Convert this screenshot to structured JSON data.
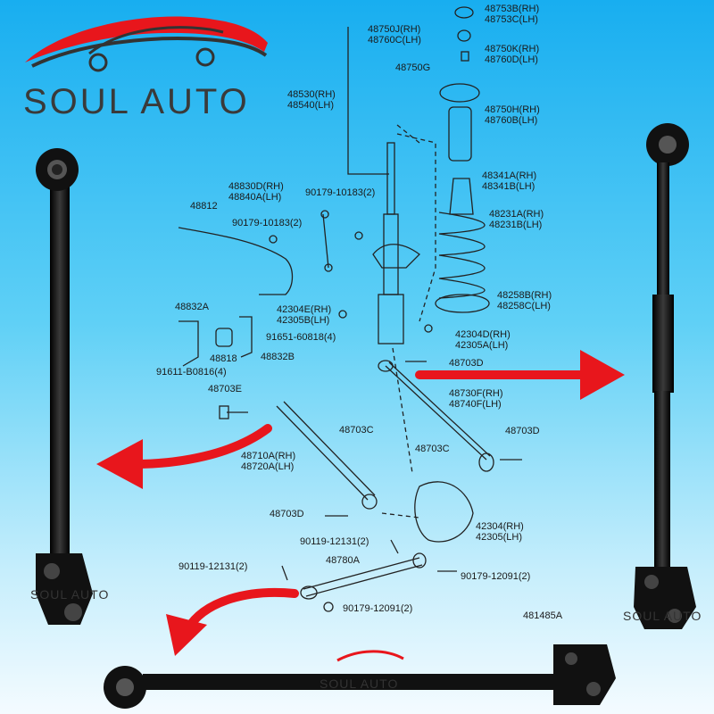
{
  "brand": {
    "name": "SOUL AUTO",
    "watermark": "SOUL AUTO"
  },
  "colors": {
    "background_top": "#18aef0",
    "background_bottom": "#f4fbff",
    "arrow": "#e8161c",
    "logo_red": "#e8161c",
    "arm_black": "#111111"
  },
  "diagram": {
    "labels": [
      {
        "id": "48753b",
        "text": "48753B(RH)\n48753C(LH)"
      },
      {
        "id": "48750j",
        "text": "48750J(RH)\n48760C(LH)"
      },
      {
        "id": "48750k",
        "text": "48750K(RH)\n48760D(LH)"
      },
      {
        "id": "48750g",
        "text": "48750G"
      },
      {
        "id": "48530",
        "text": "48530(RH)\n48540(LH)"
      },
      {
        "id": "48750h",
        "text": "48750H(RH)\n48760B(LH)"
      },
      {
        "id": "48341a",
        "text": "48341A(RH)\n48341B(LH)"
      },
      {
        "id": "48830d",
        "text": "48830D(RH)\n48840A(LH)"
      },
      {
        "id": "90179_10183_a",
        "text": "90179-10183(2)"
      },
      {
        "id": "48812",
        "text": "48812"
      },
      {
        "id": "90179_10183_b",
        "text": "90179-10183(2)"
      },
      {
        "id": "48231a",
        "text": "48231A(RH)\n48231B(LH)"
      },
      {
        "id": "48258b",
        "text": "48258B(RH)\n48258C(LH)"
      },
      {
        "id": "48832a",
        "text": "48832A"
      },
      {
        "id": "42304e",
        "text": "42304E(RH)\n42305B(LH)"
      },
      {
        "id": "91651",
        "text": "91651-60818(4)"
      },
      {
        "id": "42304d",
        "text": "42304D(RH)\n42305A(LH)"
      },
      {
        "id": "48818",
        "text": "48818"
      },
      {
        "id": "48832b",
        "text": "48832B"
      },
      {
        "id": "91611",
        "text": "91611-B0816(4)"
      },
      {
        "id": "48703d_a",
        "text": "48703D"
      },
      {
        "id": "48703e",
        "text": "48703E"
      },
      {
        "id": "48730f",
        "text": "48730F(RH)\n48740F(LH)"
      },
      {
        "id": "48703c_a",
        "text": "48703C"
      },
      {
        "id": "48703d_b",
        "text": "48703D"
      },
      {
        "id": "48710a",
        "text": "48710A(RH)\n48720A(LH)"
      },
      {
        "id": "48703c_b",
        "text": "48703C"
      },
      {
        "id": "48703d_c",
        "text": "48703D"
      },
      {
        "id": "42304",
        "text": "42304(RH)\n42305(LH)"
      },
      {
        "id": "90119_a",
        "text": "90119-12131(2)"
      },
      {
        "id": "48780a",
        "text": "48780A"
      },
      {
        "id": "90119_b",
        "text": "90119-12131(2)"
      },
      {
        "id": "90179_12091_a",
        "text": "90179-12091(2)"
      },
      {
        "id": "90179_12091_b",
        "text": "90179-12091(2)"
      },
      {
        "id": "481485a",
        "text": "481485A"
      }
    ]
  }
}
